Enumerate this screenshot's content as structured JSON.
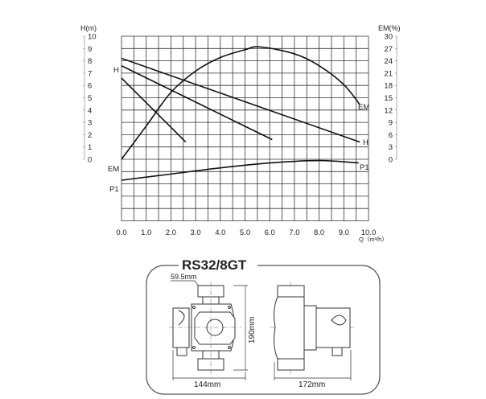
{
  "chart_data": {
    "type": "line",
    "xlabel": "Q（m³/h）",
    "ylabel_left": "H(m)",
    "ylabel_right": "EM(%)",
    "xlim": [
      0,
      10
    ],
    "ylim_left": [
      0,
      10
    ],
    "ylim_right": [
      0,
      30
    ],
    "grid": true,
    "x_ticks": [
      "0.0",
      "1.0",
      "2.0",
      "3.0",
      "4.0",
      "5.0",
      "6.0",
      "7.0",
      "8.0",
      "9.0",
      "10.0"
    ],
    "y_left_ticks": [
      "0",
      "1",
      "2",
      "3",
      "4",
      "5",
      "6",
      "7",
      "8",
      "9",
      "10"
    ],
    "y_right_ticks": [
      "0",
      "3",
      "6",
      "9",
      "12",
      "15",
      "18",
      "21",
      "24",
      "27",
      "30"
    ],
    "series": [
      {
        "name": "H",
        "axis": "left",
        "x": [
          0,
          9.65
        ],
        "y": [
          8.2,
          1.4
        ]
      },
      {
        "name": "H",
        "axis": "left",
        "x": [
          0,
          6.1
        ],
        "y": [
          7.6,
          1.6
        ]
      },
      {
        "name": "H",
        "axis": "left",
        "x": [
          0,
          2.6
        ],
        "y": [
          6.6,
          1.4
        ]
      },
      {
        "name": "EM",
        "axis": "right",
        "x": [
          0,
          1,
          2,
          3,
          4,
          5,
          5.6,
          7,
          8,
          9,
          9.65
        ],
        "y": [
          0,
          8.1,
          16.3,
          21.5,
          24.8,
          26.7,
          27.4,
          25.7,
          22.8,
          18.2,
          13.3
        ]
      },
      {
        "name": "P1",
        "axis": "left",
        "x": [
          0,
          2,
          4,
          6,
          8,
          9.6
        ],
        "y": [
          -1.7,
          -1.2,
          -0.7,
          -0.3,
          -0.1,
          -0.3
        ]
      }
    ],
    "curve_labels": {
      "h_left": "H",
      "em_left": "EM",
      "p1_left": "P1",
      "em_right": "EM",
      "h_right": "H",
      "p1_right": "P1"
    }
  },
  "drawing": {
    "model": "RS32/8GT",
    "dim_port": "59.5mm",
    "dim_height": "190mm",
    "dim_width_front": "144mm",
    "dim_width_side": "172mm"
  }
}
